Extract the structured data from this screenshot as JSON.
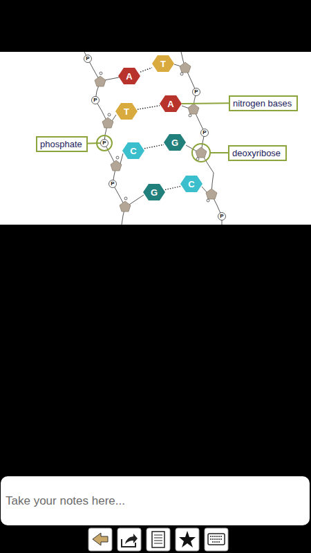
{
  "diagram": {
    "nodes": [
      {
        "text": [
          "P"
        ]
      },
      {
        "text": [
          "A"
        ]
      },
      {
        "text": [
          "T"
        ]
      },
      {
        "text": [
          "P"
        ]
      },
      {
        "text": [
          "P"
        ]
      },
      {
        "text": [
          "nitrogen bases"
        ]
      },
      {
        "text": [
          "T"
        ]
      },
      {
        "text": [
          "A"
        ]
      },
      {
        "text": [
          "P"
        ]
      },
      {
        "text": [
          "phosphate"
        ]
      },
      {
        "text": [
          "P"
        ]
      },
      {
        "text": [
          "C"
        ]
      },
      {
        "text": [
          "G"
        ]
      },
      {
        "text": [
          "deoxyribose"
        ]
      },
      {
        "text": [
          "P"
        ]
      },
      {
        "text": [
          "G"
        ]
      },
      {
        "text": [
          "C"
        ]
      },
      {
        "text": [
          "P"
        ]
      },
      {
        "text": [
          "Take your notes here..."
        ]
      }
    ],
    "edges": [
      {
        "from": 1,
        "to": 2,
        "arrow": "none"
      },
      {
        "from": 6,
        "to": 7,
        "arrow": "none"
      },
      {
        "from": 11,
        "to": 12,
        "arrow": "none"
      },
      {
        "from": 15,
        "to": 16,
        "arrow": "none"
      },
      {
        "from": 5,
        "to": 7,
        "arrow": "none"
      },
      {
        "from": 9,
        "to": 10,
        "arrow": "none"
      }
    ]
  }
}
